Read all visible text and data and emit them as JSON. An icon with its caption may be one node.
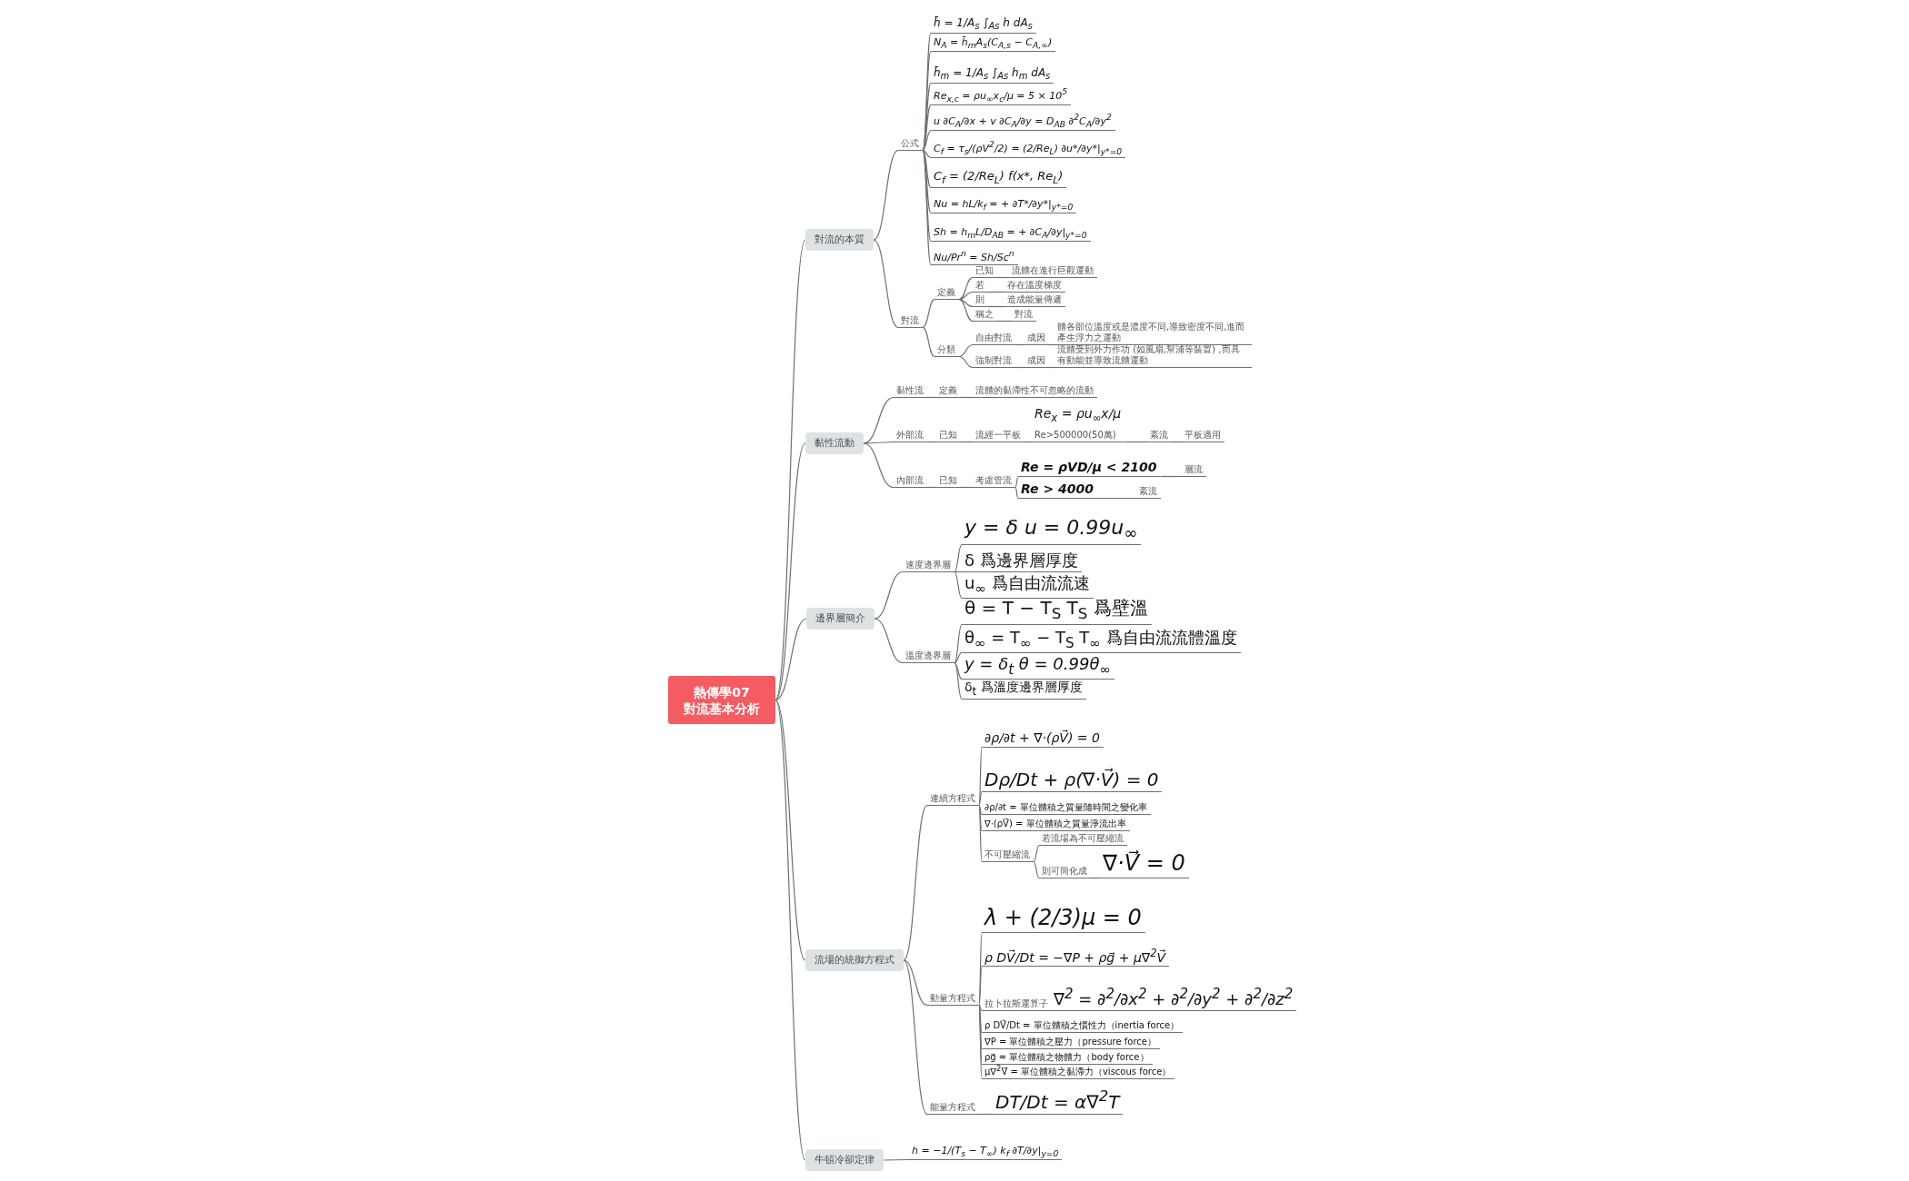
{
  "diagram": {
    "nodes": [
      {
        "text": [
          "熱傳學07 對流基本分析"
        ]
      },
      {
        "text": [
          "對流的本質"
        ]
      },
      {
        "text": [
          "公式"
        ]
      },
      {
        "text": [
          "h̄ = 1/A$_{s}$ ∫$_{As}$ h dA$_{s}$"
        ]
      },
      {
        "text": [
          "N$_{A}$ = h̄$_{m}$A$_{s}$(C$_{A,s}$ − C$_{A,∞}$)"
        ]
      },
      {
        "text": [
          "h̄$_{m}$ = 1/A$_{s}$ ∫$_{As}$ h$_{m}$ dA$_{s}$"
        ]
      },
      {
        "text": [
          "Re$_{x,c}$ = ρu$_{∞}$x$_{c}$/μ = 5 × 10$^{5}$"
        ]
      },
      {
        "text": [
          "u ∂C$_{A}$/∂x + v ∂C$_{A}$/∂y = D$_{AB}$ ∂$^{2}$C$_{A}$/∂y$^{2}$"
        ]
      },
      {
        "text": [
          "C$_{f}$ = τ$_{s}$/(ρV$^{2}$/2) = (2/Re$_{L}$) ∂u*/∂y*|$_{y*=0}$"
        ]
      },
      {
        "text": [
          "C$_{f}$ = (2/Re$_{L}$) f(x*, Re$_{L}$)"
        ]
      },
      {
        "text": [
          "Nu = hL/k$_{f}$ = + ∂T*/∂y*|$_{y*=0}$"
        ]
      },
      {
        "text": [
          "Sh = h$_{m}$L/D$_{AB}$ = + ∂C$_{A}$*/∂y*|$_{y*=0}$"
        ]
      },
      {
        "text": [
          "Nu/Pr$^{n}$ = Sh/Sc$^{n}$"
        ]
      },
      {
        "text": [
          "對流"
        ]
      },
      {
        "text": [
          "定義"
        ]
      },
      {
        "text": [
          "已知"
        ]
      },
      {
        "text": [
          "流體在進行巨觀運動"
        ]
      },
      {
        "text": [
          "若"
        ]
      },
      {
        "text": [
          "存在溫度梯度"
        ]
      },
      {
        "text": [
          "則"
        ]
      },
      {
        "text": [
          "造成能量傳遞"
        ]
      },
      {
        "text": [
          "稱之"
        ]
      },
      {
        "text": [
          "對流"
        ]
      },
      {
        "text": [
          "分類"
        ]
      },
      {
        "text": [
          "自由對流"
        ]
      },
      {
        "text": [
          "成因"
        ]
      },
      {
        "text": [
          "體各部位溫度或是濃度不同,導致密度不同,進而產生浮力之運動"
        ]
      },
      {
        "text": [
          "強制對流"
        ]
      },
      {
        "text": [
          "成因"
        ]
      },
      {
        "text": [
          "流體受到外力作功 (如風扇,幫浦等裝置) ,而具有動能並導致流體運動"
        ]
      },
      {
        "text": [
          "黏性流動"
        ]
      },
      {
        "text": [
          "黏性流"
        ]
      },
      {
        "text": [
          "定義"
        ]
      },
      {
        "text": [
          "流體的黏滯性不可忽略的流動"
        ]
      },
      {
        "text": [
          "外部流"
        ]
      },
      {
        "text": [
          "已知"
        ]
      },
      {
        "text": [
          "流經一平板"
        ]
      },
      {
        "text": [
          "Re$_{x}$ = ρu$_{∞}$x/μ",
          "Re>500000(50萬)"
        ]
      },
      {
        "text": [
          "紊流"
        ]
      },
      {
        "text": [
          "平板適用"
        ]
      },
      {
        "text": [
          "內部流"
        ]
      },
      {
        "text": [
          "已知"
        ]
      },
      {
        "text": [
          "考慮管流"
        ]
      },
      {
        "text": [
          "Re = ρVD/μ < 2100"
        ]
      },
      {
        "text": [
          "層流"
        ]
      },
      {
        "text": [
          "Re > 4000"
        ]
      },
      {
        "text": [
          "紊流"
        ]
      },
      {
        "text": [
          "邊界層簡介"
        ]
      },
      {
        "text": [
          "速度邊界層"
        ]
      },
      {
        "text": [
          "y = δ    u = 0.99u$_{∞}$"
        ]
      },
      {
        "text": [
          "δ 爲邊界層厚度"
        ]
      },
      {
        "text": [
          "u$_{∞}$ 爲自由流流速"
        ]
      },
      {
        "text": [
          "溫度邊界層"
        ]
      },
      {
        "text": [
          "θ = T − T$_{S}$    T$_{S}$ 爲壁溫"
        ]
      },
      {
        "text": [
          "θ$_{∞}$ = T$_{∞}$ − T$_{S}$    T$_{∞}$ 爲自由流流體溫度"
        ]
      },
      {
        "text": [
          "y = δ$_{t}$    θ = 0.99θ$_{∞}$"
        ]
      },
      {
        "text": [
          "δ$_{t}$ 爲溫度邊界層厚度"
        ]
      },
      {
        "text": [
          "流場的統御方程式"
        ]
      },
      {
        "text": [
          "連續方程式"
        ]
      },
      {
        "text": [
          "∂ρ/∂t + ∇·(ρV⃗) = 0"
        ]
      },
      {
        "text": [
          "Dρ/Dt + ρ(∇·V⃗) = 0"
        ]
      },
      {
        "text": [
          "∂ρ/∂t = 單位體積之質量隨時間之變化率"
        ]
      },
      {
        "text": [
          "∇·(ρV⃗) = 單位體積之質量淨流出率"
        ]
      },
      {
        "text": [
          "不可壓縮流"
        ]
      },
      {
        "text": [
          "若流場為不可壓縮流"
        ]
      },
      {
        "text": [
          "則可簡化成"
        ]
      },
      {
        "text": [
          "∇·V⃗ = 0"
        ]
      },
      {
        "text": [
          "動量方程式"
        ]
      },
      {
        "text": [
          "λ + (2/3)μ = 0"
        ]
      },
      {
        "text": [
          "ρ DV⃗/Dt = −∇P + ρg⃗ + μ∇$^{2}$V⃗"
        ]
      },
      {
        "text": [
          "拉卜拉斯運算子",
          "∇$^{2}$ = ∂$^{2}$/∂x$^{2}$ + ∂$^{2}$/∂y$^{2}$ + ∂$^{2}$/∂z$^{2}$"
        ]
      },
      {
        "text": [
          "ρ DV⃗/Dt = 單位體積之慣性力（inertia force）"
        ]
      },
      {
        "text": [
          "∇P = 單位體積之壓力（pressure force）"
        ]
      },
      {
        "text": [
          "ρg⃗ = 單位體積之物體力（body force）"
        ]
      },
      {
        "text": [
          "μ∇$^{2}$V⃗ = 單位體積之黏滯力（viscous force）"
        ]
      },
      {
        "text": [
          "能量方程式"
        ]
      },
      {
        "text": [
          "DT/Dt = α∇$^{2}$T"
        ]
      },
      {
        "text": [
          "牛頓冷卻定律"
        ]
      },
      {
        "text": [
          "h = −1/(T$_{s}$ − T$_{∞}$) k$_{f}$ ∂T/∂y|$_{y=0}$"
        ]
      }
    ],
    "edges": [
      {
        "from": 0,
        "to": 1,
        "arrow": "none"
      },
      {
        "from": 0,
        "to": 30,
        "arrow": "none"
      },
      {
        "from": 0,
        "to": 47,
        "arrow": "none"
      },
      {
        "from": 0,
        "to": 57,
        "arrow": "none"
      },
      {
        "from": 0,
        "to": 77,
        "arrow": "none"
      },
      {
        "from": 1,
        "to": 2,
        "arrow": "none"
      },
      {
        "from": 2,
        "to": 3,
        "arrow": "none"
      },
      {
        "from": 2,
        "to": 4,
        "arrow": "none"
      },
      {
        "from": 2,
        "to": 5,
        "arrow": "none"
      },
      {
        "from": 2,
        "to": 6,
        "arrow": "none"
      },
      {
        "from": 2,
        "to": 7,
        "arrow": "none"
      },
      {
        "from": 2,
        "to": 8,
        "arrow": "none"
      },
      {
        "from": 2,
        "to": 9,
        "arrow": "none"
      },
      {
        "from": 2,
        "to": 10,
        "arrow": "none"
      },
      {
        "from": 2,
        "to": 11,
        "arrow": "none"
      },
      {
        "from": 2,
        "to": 12,
        "arrow": "none"
      },
      {
        "from": 1,
        "to": 13,
        "arrow": "none"
      },
      {
        "from": 13,
        "to": 14,
        "arrow": "none"
      },
      {
        "from": 14,
        "to": 15,
        "arrow": "none"
      },
      {
        "from": 15,
        "to": 16,
        "arrow": "none"
      },
      {
        "from": 14,
        "to": 17,
        "arrow": "none"
      },
      {
        "from": 17,
        "to": 18,
        "arrow": "none"
      },
      {
        "from": 14,
        "to": 19,
        "arrow": "none"
      },
      {
        "from": 19,
        "to": 20,
        "arrow": "none"
      },
      {
        "from": 14,
        "to": 21,
        "arrow": "none"
      },
      {
        "from": 21,
        "to": 22,
        "arrow": "none"
      },
      {
        "from": 13,
        "to": 23,
        "arrow": "none"
      },
      {
        "from": 23,
        "to": 24,
        "arrow": "none"
      },
      {
        "from": 24,
        "to": 25,
        "arrow": "none"
      },
      {
        "from": 25,
        "to": 26,
        "arrow": "none"
      },
      {
        "from": 23,
        "to": 27,
        "arrow": "none"
      },
      {
        "from": 27,
        "to": 28,
        "arrow": "none"
      },
      {
        "from": 28,
        "to": 29,
        "arrow": "none"
      },
      {
        "from": 30,
        "to": 31,
        "arrow": "none"
      },
      {
        "from": 31,
        "to": 32,
        "arrow": "none"
      },
      {
        "from": 32,
        "to": 33,
        "arrow": "none"
      },
      {
        "from": 30,
        "to": 34,
        "arrow": "none"
      },
      {
        "from": 34,
        "to": 35,
        "arrow": "none"
      },
      {
        "from": 35,
        "to": 36,
        "arrow": "none"
      },
      {
        "from": 36,
        "to": 37,
        "arrow": "none"
      },
      {
        "from": 37,
        "to": 38,
        "arrow": "none"
      },
      {
        "from": 38,
        "to": 39,
        "arrow": "none"
      },
      {
        "from": 30,
        "to": 40,
        "arrow": "none"
      },
      {
        "from": 40,
        "to": 41,
        "arrow": "none"
      },
      {
        "from": 41,
        "to": 42,
        "arrow": "none"
      },
      {
        "from": 42,
        "to": 43,
        "arrow": "none"
      },
      {
        "from": 43,
        "to": 44,
        "arrow": "none"
      },
      {
        "from": 42,
        "to": 45,
        "arrow": "none"
      },
      {
        "from": 45,
        "to": 46,
        "arrow": "none"
      },
      {
        "from": 47,
        "to": 48,
        "arrow": "none"
      },
      {
        "from": 48,
        "to": 49,
        "arrow": "none"
      },
      {
        "from": 48,
        "to": 50,
        "arrow": "none"
      },
      {
        "from": 48,
        "to": 51,
        "arrow": "none"
      },
      {
        "from": 47,
        "to": 52,
        "arrow": "none"
      },
      {
        "from": 52,
        "to": 53,
        "arrow": "none"
      },
      {
        "from": 52,
        "to": 54,
        "arrow": "none"
      },
      {
        "from": 52,
        "to": 55,
        "arrow": "none"
      },
      {
        "from": 52,
        "to": 56,
        "arrow": "none"
      },
      {
        "from": 57,
        "to": 58,
        "arrow": "none"
      },
      {
        "from": 58,
        "to": 59,
        "arrow": "none"
      },
      {
        "from": 58,
        "to": 60,
        "arrow": "none"
      },
      {
        "from": 58,
        "to": 61,
        "arrow": "none"
      },
      {
        "from": 58,
        "to": 62,
        "arrow": "none"
      },
      {
        "from": 58,
        "to": 63,
        "arrow": "none"
      },
      {
        "from": 63,
        "to": 64,
        "arrow": "none"
      },
      {
        "from": 63,
        "to": 65,
        "arrow": "none"
      },
      {
        "from": 65,
        "to": 66,
        "arrow": "none"
      },
      {
        "from": 57,
        "to": 67,
        "arrow": "none"
      },
      {
        "from": 67,
        "to": 68,
        "arrow": "none"
      },
      {
        "from": 67,
        "to": 69,
        "arrow": "none"
      },
      {
        "from": 67,
        "to": 70,
        "arrow": "none"
      },
      {
        "from": 67,
        "to": 71,
        "arrow": "none"
      },
      {
        "from": 67,
        "to": 72,
        "arrow": "none"
      },
      {
        "from": 67,
        "to": 73,
        "arrow": "none"
      },
      {
        "from": 67,
        "to": 74,
        "arrow": "none"
      },
      {
        "from": 57,
        "to": 75,
        "arrow": "none"
      },
      {
        "from": 75,
        "to": 76,
        "arrow": "none"
      },
      {
        "from": 77,
        "to": 78,
        "arrow": "none"
      }
    ]
  }
}
